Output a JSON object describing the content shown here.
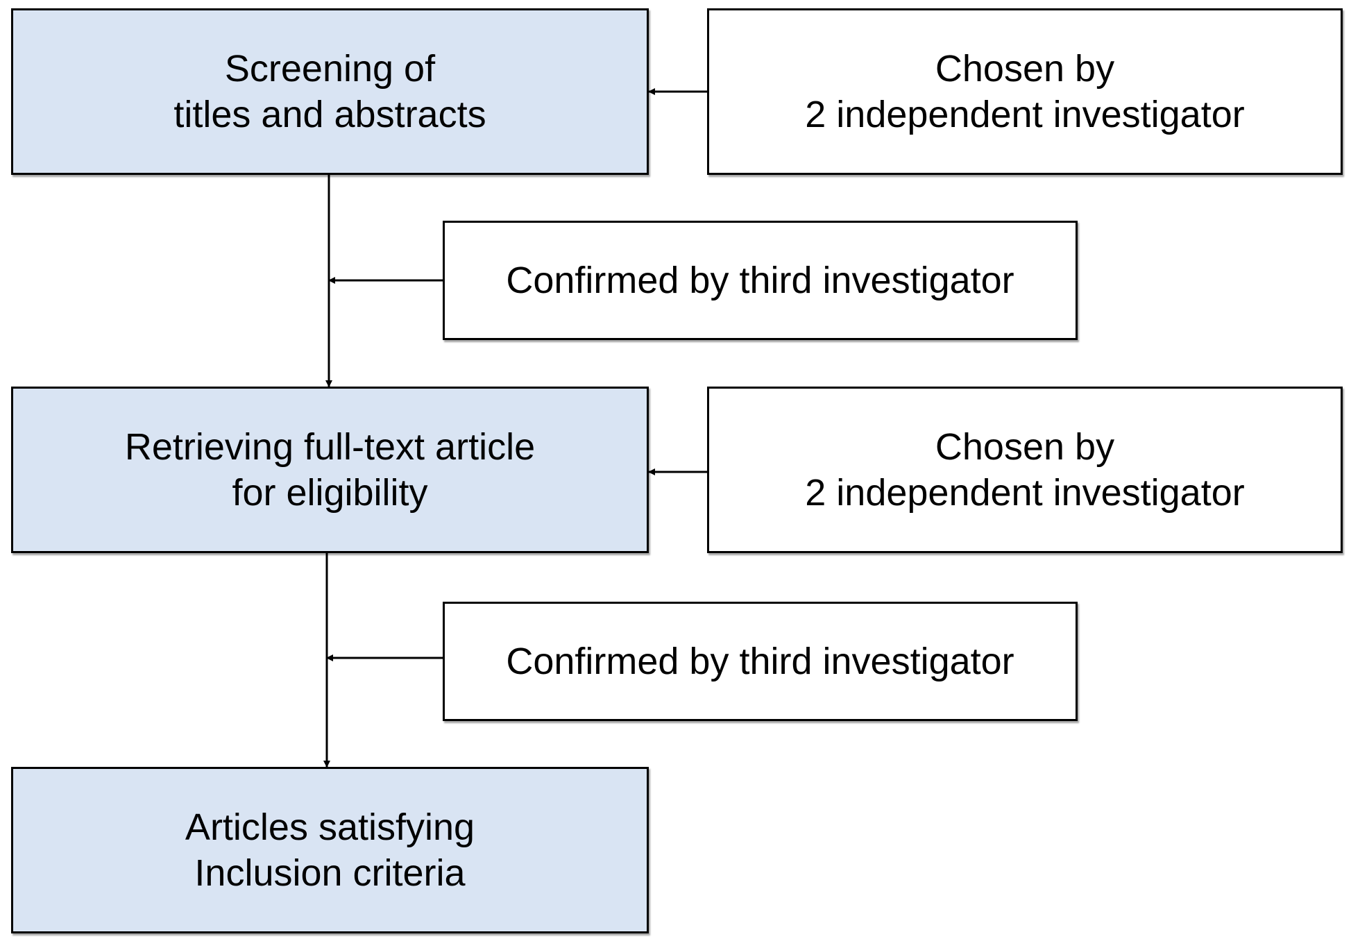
{
  "main_steps": [
    {
      "label": "Screening of\ntitles and abstracts"
    },
    {
      "label": "Retrieving full-text  article\nfor eligibility"
    },
    {
      "label": "Articles satisfying\nInclusion  criteria"
    }
  ],
  "side_notes": [
    {
      "label": "Chosen by\n2 independent investigator"
    },
    {
      "label": "Confirmed by third investigator"
    },
    {
      "label": "Chosen by\n2 independent investigator"
    },
    {
      "label": "Confirmed by third investigator"
    }
  ],
  "colors": {
    "main_fill": "#d9e4f3",
    "note_fill": "#ffffff",
    "stroke": "#000000"
  }
}
